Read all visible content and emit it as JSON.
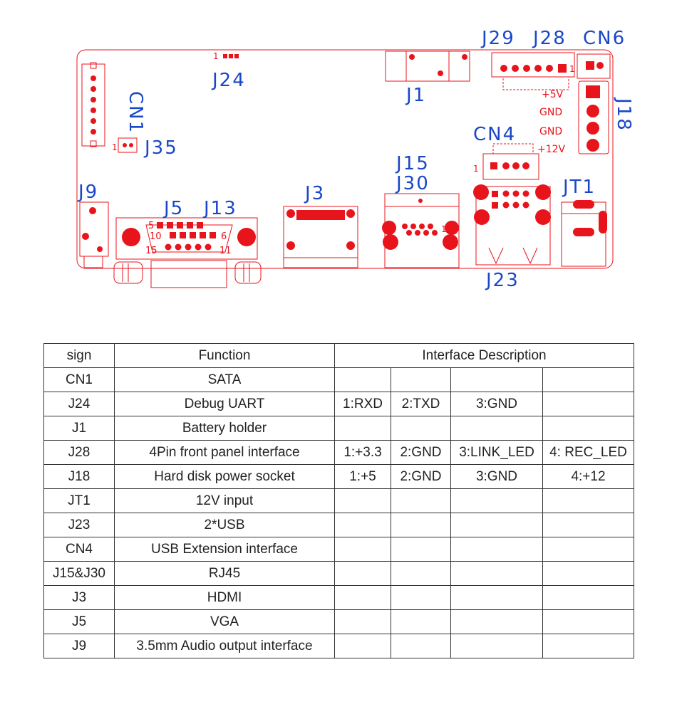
{
  "board": {
    "labels": {
      "j29": "J29",
      "j28": "J28",
      "cn6": "CN6",
      "j24": "J24",
      "cn1": "CN1",
      "j1": "J1",
      "j18": "J18",
      "cn4": "CN4",
      "j35": "J35",
      "j15": "J15",
      "j30": "J30",
      "jt1": "JT1",
      "j9": "J9",
      "j3": "J3",
      "j5": "J5",
      "j13": "J13",
      "j23": "J23"
    },
    "pin_marks": {
      "j24_one": "1",
      "j28_one": "1",
      "j35_one": "1",
      "cn4_one": "1",
      "j30_one": "1",
      "vga_5": "5",
      "vga_10": "10",
      "vga_6": "6",
      "vga_15": "15",
      "vga_11": "11",
      "p5v": "+5V",
      "gnd1": "GND",
      "gnd2": "GND",
      "p12v": "+12V"
    },
    "colors": {
      "outline": "#e8141c",
      "label": "#1a47c8"
    }
  },
  "table": {
    "header": {
      "sign": "sign",
      "function": "Function",
      "desc": "Interface Description"
    },
    "rows": [
      {
        "sign": "CN1",
        "function": "SATA",
        "d1": "",
        "d2": "",
        "d3": "",
        "d4": ""
      },
      {
        "sign": "J24",
        "function": "Debug UART",
        "d1": "1:RXD",
        "d2": "2:TXD",
        "d3": "3:GND",
        "d4": ""
      },
      {
        "sign": "J1",
        "function": "Battery holder",
        "d1": "",
        "d2": "",
        "d3": "",
        "d4": ""
      },
      {
        "sign": "J28",
        "function": "4Pin front panel interface",
        "d1": "1:+3.3",
        "d2": "2:GND",
        "d3": "3:LINK_LED",
        "d4": "4: REC_LED"
      },
      {
        "sign": "J18",
        "function": "Hard disk power socket",
        "d1": "1:+5",
        "d2": "2:GND",
        "d3": "3:GND",
        "d4": "4:+12"
      },
      {
        "sign": "JT1",
        "function": "12V input",
        "d1": "",
        "d2": "",
        "d3": "",
        "d4": ""
      },
      {
        "sign": "J23",
        "function": "2*USB",
        "d1": "",
        "d2": "",
        "d3": "",
        "d4": ""
      },
      {
        "sign": "CN4",
        "function": "USB Extension interface",
        "d1": "",
        "d2": "",
        "d3": "",
        "d4": ""
      },
      {
        "sign": "J15&J30",
        "function": "RJ45",
        "d1": "",
        "d2": "",
        "d3": "",
        "d4": ""
      },
      {
        "sign": "J3",
        "function": "HDMI",
        "d1": "",
        "d2": "",
        "d3": "",
        "d4": ""
      },
      {
        "sign": "J5",
        "function": "VGA",
        "d1": "",
        "d2": "",
        "d3": "",
        "d4": ""
      },
      {
        "sign": "J9",
        "function": "3.5mm Audio output interface",
        "d1": "",
        "d2": "",
        "d3": "",
        "d4": ""
      }
    ]
  }
}
